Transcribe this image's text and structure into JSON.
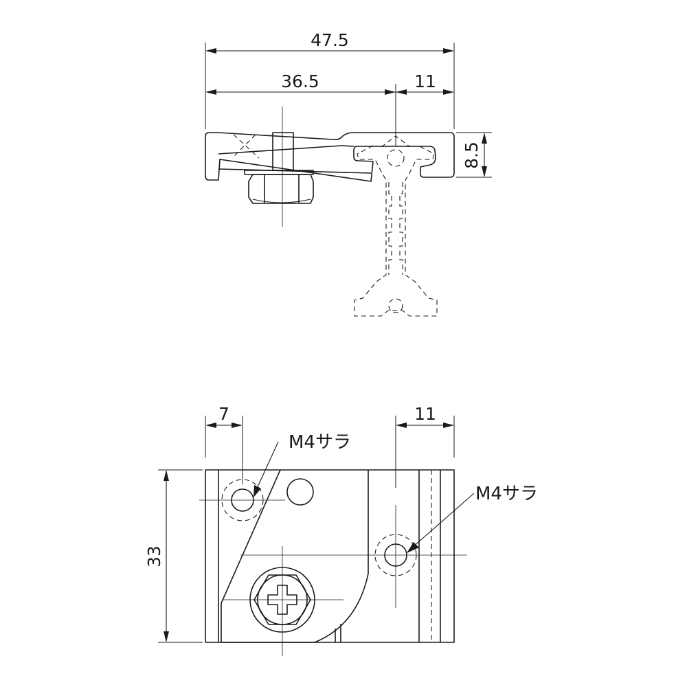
{
  "dimensions": {
    "top_overall_width": "47.5",
    "top_left_width": "36.5",
    "top_right_width": "11",
    "top_height": "8.5",
    "bottom_left_offset": "7",
    "bottom_right_offset": "11",
    "bottom_height": "33"
  },
  "callouts": {
    "left_hole": "M4サラ",
    "right_hole": "M4サラ"
  }
}
